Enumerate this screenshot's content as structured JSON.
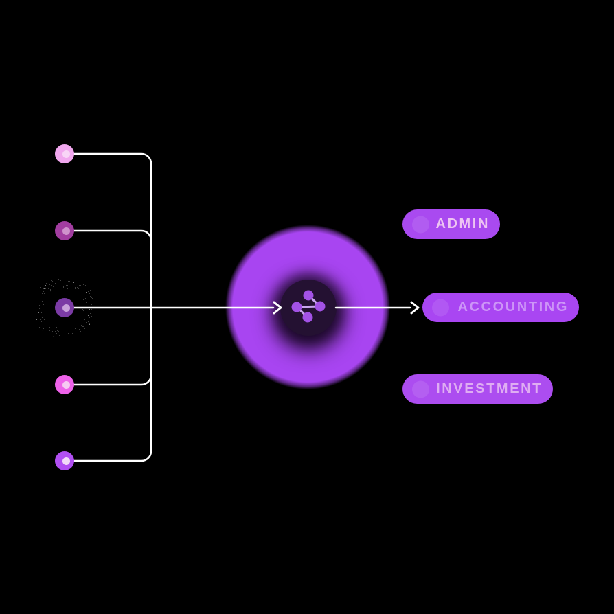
{
  "page": {
    "background_color": "#000000",
    "wire_color": "#ffffff"
  },
  "flow": {
    "sources": [
      {
        "id": "source-1",
        "color": "#f1a7ee",
        "inner_color": "#f8d4f6",
        "selected": false
      },
      {
        "id": "source-2",
        "color": "#a23da0",
        "inner_color": "#cf92cc",
        "selected": false
      },
      {
        "id": "source-3",
        "color": "#7b3ba5",
        "inner_color": "#c9a2db",
        "selected": true
      },
      {
        "id": "source-4",
        "color": "#ee62e9",
        "inner_color": "#f6c9f2",
        "selected": false
      },
      {
        "id": "source-5",
        "color": "#b14ff2",
        "inner_color": "#f2dbf8",
        "selected": false
      }
    ],
    "hub": {
      "icon": "share-nodes-icon",
      "outer_circle_color": "#a845f1",
      "core_color": "#241132",
      "icon_node_color": "#a352e6",
      "icon_link_color": "#c9a6ef"
    },
    "active_route": {
      "from": "source-3",
      "to": "ACCOUNTING"
    }
  },
  "destinations": [
    {
      "label": "ADMIN",
      "pill_color": "#a94af0",
      "text_color": "#edc4f2"
    },
    {
      "label": "ACCOUNTING",
      "pill_color": "#a946f2",
      "text_color": "#cd95f7"
    },
    {
      "label": "INVESTMENT",
      "pill_color": "#ac4df0",
      "text_color": "#dfadf2"
    }
  ]
}
